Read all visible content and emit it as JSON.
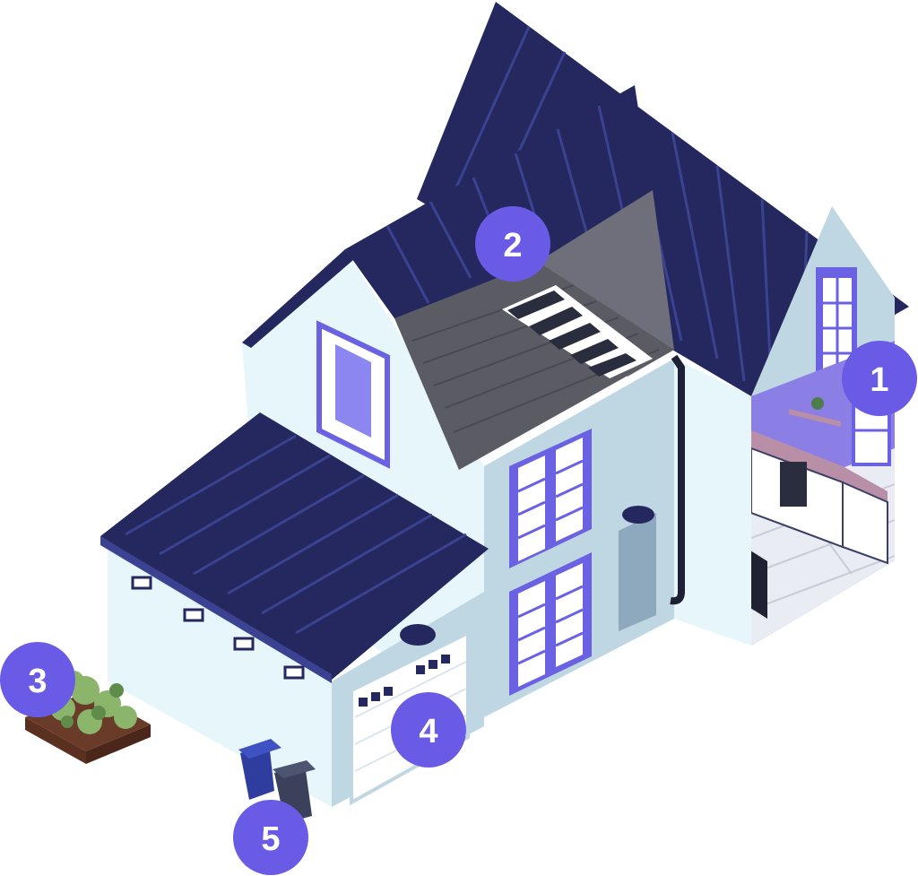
{
  "markers": [
    {
      "label": "1",
      "name": "kitchen"
    },
    {
      "label": "2",
      "name": "attic"
    },
    {
      "label": "3",
      "name": "garden"
    },
    {
      "label": "4",
      "name": "garage"
    },
    {
      "label": "5",
      "name": "trash-bins"
    }
  ],
  "colors": {
    "roof": "#24285e",
    "roof_line": "#3b4291",
    "wall_light": "#e6f6fb",
    "wall_mid": "#bfd7e3",
    "wall_shadow": "#a9c1d0",
    "window_frame": "#6b62e3",
    "window_glass": "#ffffff",
    "marker": "#6a5be6",
    "attic_floor": "#5a5b63",
    "attic_wall": "#6e6f7a",
    "kitchen_wall": "#8b7fe6",
    "soil": "#6b3b2a",
    "plants": "#8ab56a",
    "bin_blue": "#2e3d9e",
    "bin_gray": "#3b415a"
  }
}
